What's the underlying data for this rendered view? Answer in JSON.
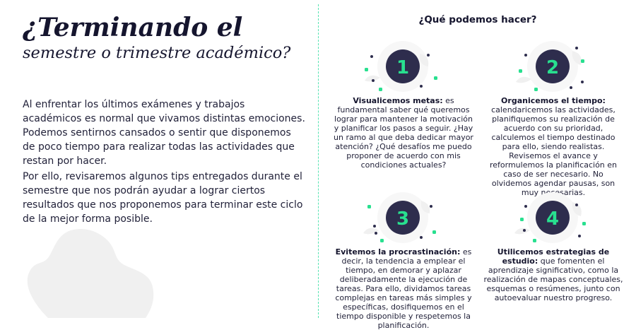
{
  "header": {
    "title_line1": "¿Terminando el",
    "title_line2": "semestre o trimestre académico?"
  },
  "intro": {
    "paragraph1": "Al enfrentar los últimos exámenes y trabajos académicos es normal que vivamos distintas emociones. Podemos sentirnos cansados o sentir que disponemos de poco tiempo para realizar todas las actividades que restan por hacer.",
    "paragraph2": "Por ello, revisaremos algunos tips entregados durante el semestre que nos podrán ayudar a lograr ciertos resultados que nos proponemos para terminar este ciclo de la mejor forma posible."
  },
  "tips_section": {
    "heading": "¿Qué podemos hacer?",
    "tips": [
      {
        "number": "1",
        "title": "Visualicemos metas:",
        "body": " es fundamental saber qué queremos lograr para mantener la motivación y planificar los pasos a seguir. ¿Hay un ramo al que deba dedicar mayor atención? ¿Qué desafíos me puedo proponer de acuerdo con mis condiciones actuales?"
      },
      {
        "number": "2",
        "title": "Organicemos el tiempo:",
        "body": " calendaricemos las actividades, planifiquemos su realización de acuerdo con su prioridad, calculemos el tiempo destinado para ello, siendo realistas. Revisemos el avance y reformulemos la planificación en caso de ser necesario. No olvidemos agendar pausas, son muy necesarias."
      },
      {
        "number": "3",
        "title": "Evitemos la procrastinación:",
        "body": " es decir, la tendencia a emplear el tiempo, en demorar y aplazar deliberadamente la ejecución de tareas. Para ello, dividamos tareas complejas en tareas más simples y específicas, dosifiquemos en el tiempo disponible y respetemos la planificación."
      },
      {
        "number": "4",
        "title": "Utilicemos estrategias de estudio:",
        "body": " que fomenten el aprendizaje significativo, como la realización de mapas conceptuales, esquemas o resúmenes, junto con autoevaluar nuestro progreso."
      }
    ]
  },
  "colors": {
    "accent_green": "#28e08f",
    "circle_navy": "#2e2d4d",
    "text_dark": "#15152e"
  }
}
